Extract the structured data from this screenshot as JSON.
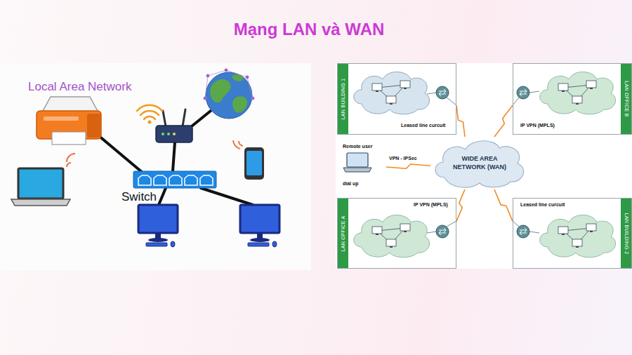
{
  "diagram": {
    "title": "Mạng LAN và WAN",
    "nodes": [
      {
        "text": [
          "Local Area Network"
        ]
      },
      {
        "text": [
          "Switch"
        ],
        "in": 0
      },
      {
        "text": [
          "LAN BUILDING 1"
        ]
      },
      {
        "text": [
          "LAN OFFICE B"
        ]
      },
      {
        "text": [
          "Remote user",
          "dial up"
        ]
      },
      {
        "text": [
          "WIDE AREA NETWORK (WAN)"
        ]
      },
      {
        "text": [
          "LAN OFFICE A"
        ]
      },
      {
        "text": [
          "LAN BUILDING 2"
        ]
      }
    ],
    "edges": [
      {
        "from": 2,
        "to": 5,
        "label": "Leased line curcuit",
        "arrow": "none"
      },
      {
        "from": 3,
        "to": 5,
        "label": "IP VPN (MPLS)",
        "arrow": "none"
      },
      {
        "from": 4,
        "to": 5,
        "label": "VPN - IPSec",
        "arrow": "none"
      },
      {
        "from": 6,
        "to": 5,
        "label": "IP VPN (MPLS)",
        "arrow": "none"
      },
      {
        "from": 7,
        "to": 5,
        "label": "Leased line curcuit",
        "arrow": "none"
      }
    ]
  }
}
